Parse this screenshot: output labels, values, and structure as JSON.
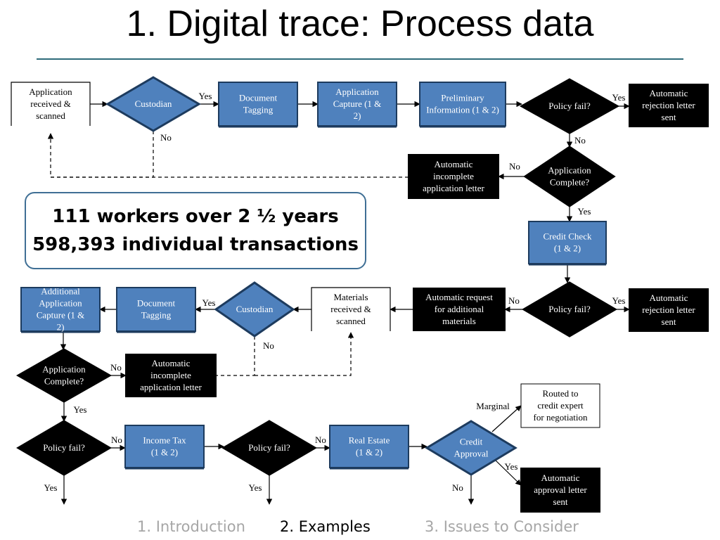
{
  "title": "1. Digital trace: Process data",
  "stats": {
    "line1": "111 workers over 2 ½ years",
    "line2": "598,393 individual transactions"
  },
  "colors": {
    "process_blue": "#4f81bd",
    "decision_black": "#000000",
    "title_rule": "#2e6b7a",
    "stat_border": "#3f6f95",
    "nav_active": "#000000",
    "nav_inactive": "#a6a6a6"
  },
  "nodes": {
    "n1": [
      "Application",
      "received &",
      "scanned"
    ],
    "n2": [
      "Custodian"
    ],
    "n3": [
      "Document",
      "Tagging"
    ],
    "n4": [
      "Application",
      "Capture (1 &",
      "2)"
    ],
    "n5": [
      "Preliminary",
      "Information (1 & 2)"
    ],
    "n6": [
      "Policy fail?"
    ],
    "n7": [
      "Automatic",
      "rejection letter",
      "sent"
    ],
    "n8": [
      "Application",
      "Complete?"
    ],
    "n9": [
      "Automatic",
      "incomplete",
      "application letter"
    ],
    "n10": [
      "Credit Check",
      "(1 & 2)"
    ],
    "n11": [
      "Policy fail?"
    ],
    "n12": [
      "Automatic",
      "rejection letter",
      "sent"
    ],
    "n13": [
      "Automatic request",
      "for additional",
      "materials"
    ],
    "n14": [
      "Materials",
      "received &",
      "scanned"
    ],
    "n15": [
      "Custodian"
    ],
    "n16": [
      "Document",
      "Tagging"
    ],
    "n17": [
      "Additional",
      "Application",
      "Capture (1 &",
      "2)"
    ],
    "n18": [
      "Application",
      "Complete?"
    ],
    "n19": [
      "Automatic",
      "incomplete",
      "application letter"
    ],
    "n20": [
      "Policy fail?"
    ],
    "n21": [
      "Income Tax",
      "(1 & 2)"
    ],
    "n22": [
      "Policy fail?"
    ],
    "n23": [
      "Real Estate",
      "(1 & 2)"
    ],
    "n24": [
      "Credit",
      "Approval"
    ],
    "n25": [
      "Routed to",
      "credit expert",
      "for negotiation"
    ],
    "n26": [
      "Automatic",
      "approval letter",
      "sent"
    ]
  },
  "edge_labels": {
    "e1": "Yes",
    "e2": "No",
    "e3": "Yes",
    "e4": "No",
    "e5": "No",
    "e6": "Yes",
    "e7": "Yes",
    "e8": "No",
    "e9": "Yes",
    "e10": "No",
    "e11": "No",
    "e12": "Yes",
    "e13": "No",
    "e14": "No",
    "e15": "Yes",
    "e16": "Yes",
    "e17": "Marginal",
    "e18": "Yes",
    "e19": "No"
  },
  "nav": {
    "item1": "1. Introduction",
    "item2": "2. Examples",
    "item3": "3. Issues to Consider"
  }
}
